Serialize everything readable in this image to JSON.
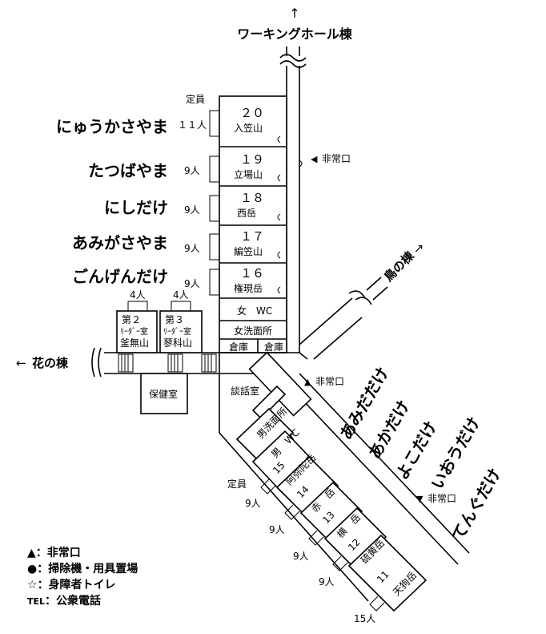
{
  "labels": {
    "working_hall": "ワーキングホール棟",
    "bird_wing": "鳥の棟",
    "flower_wing": "花の棟",
    "capacity_header_top": "定員",
    "capacity_header_bottom": "定員",
    "exit_1": "非常口",
    "exit_2": "非常口",
    "exit_3": "非常口",
    "health_room": "保健室",
    "lounge": "談話室",
    "women_wc": "女　WC",
    "women_wash": "女洗面所",
    "storage_1": "倉庫",
    "storage_2": "倉庫",
    "men_wash": "男洗面所",
    "men_wc": "男　WC"
  },
  "rooms_west": [
    {
      "number": "２０",
      "name": "入笠山",
      "group": "にゅうかさやま",
      "capacity": "１１人"
    },
    {
      "number": "１９",
      "name": "立場山",
      "group": "たつばやま",
      "capacity": "9人"
    },
    {
      "number": "１８",
      "name": "西岳",
      "group": "にしだけ",
      "capacity": "9人"
    },
    {
      "number": "１７",
      "name": "編笠山",
      "group": "あみがさやま",
      "capacity": "9人"
    },
    {
      "number": "１６",
      "name": "権現岳",
      "group": "ごんげんだけ",
      "capacity": "9人"
    }
  ],
  "leader_rooms": [
    {
      "number": "第２",
      "type": "ﾘｰﾀﾞｰ室",
      "name": "釜無山",
      "capacity": "4人"
    },
    {
      "number": "第３",
      "type": "ﾘｰﾀﾞｰ室",
      "name": "蓼科山",
      "capacity": "4人"
    }
  ],
  "rooms_diagonal": [
    {
      "number": "15",
      "name": "阿弥陀岳",
      "group": "あみだだけ",
      "capacity": ""
    },
    {
      "number": "14",
      "name": "赤　岳",
      "group": "あかだけ",
      "capacity": "9人"
    },
    {
      "number": "13",
      "name": "横　岳",
      "group": "よこだけ",
      "capacity": "9人"
    },
    {
      "number": "12",
      "name": "硫黄岳",
      "group": "いおうだけ",
      "capacity": "9人"
    },
    {
      "number": "11",
      "name": "天狗岳",
      "group": "てんぐだけ",
      "capacity": "9人"
    }
  ],
  "capacity_15": "15人",
  "legend": [
    {
      "symbol": "▲",
      "text": "：非常口"
    },
    {
      "symbol": "●",
      "text": "：掃除機・用具置場"
    },
    {
      "symbol": "☆",
      "text": "：身障者トイレ"
    },
    {
      "symbol": "TEL",
      "text": "：公衆電話"
    }
  ]
}
